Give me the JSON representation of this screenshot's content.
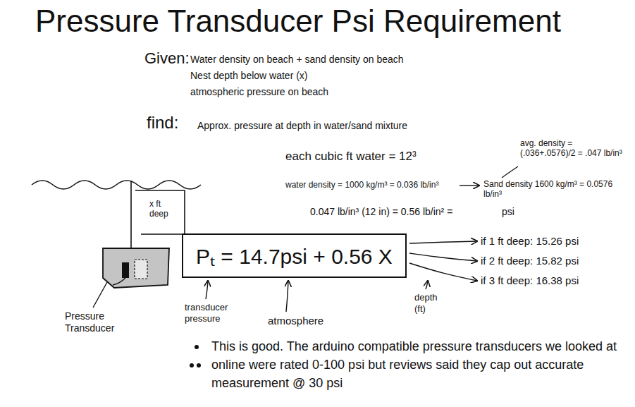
{
  "diagram": {
    "title": "Pressure Transducer Psi Requirement",
    "nodes": [
      {
        "text": [
          "Pₜ = 14.7psi + 0.56 X"
        ]
      }
    ],
    "labels": [
      "Given:",
      "Water density on beach + sand density on beach",
      "Nest depth below water (x)",
      "atmospheric pressure on beach",
      "find:",
      "Approx. pressure at depth in water/sand mixture",
      "x ft deep",
      "Pressure Transducer",
      "each cubic ft water = 12³",
      "water density = 1000 kg/m³ = 0.036 lb/in³",
      "avg. density = (.036+.0576)/2 = .047 lb/in³",
      "Sand density 1600 kg/m³ = 0.0576 lb/in³",
      "0.047 lb/in³ (12 in) = 0.56 lb/in² =",
      "psi",
      "if 1 ft deep: 15.26 psi",
      "if 2 ft deep: 15.82 psi",
      "if 3 ft deep: 16.38 psi",
      "transducer pressure",
      "atmosphere",
      "depth (ft)",
      "This is good. The arduino compatible pressure transducers we looked at online were rated 0-100 psi but reviews said they cap out accurate measurement @ 30 psi"
    ]
  }
}
